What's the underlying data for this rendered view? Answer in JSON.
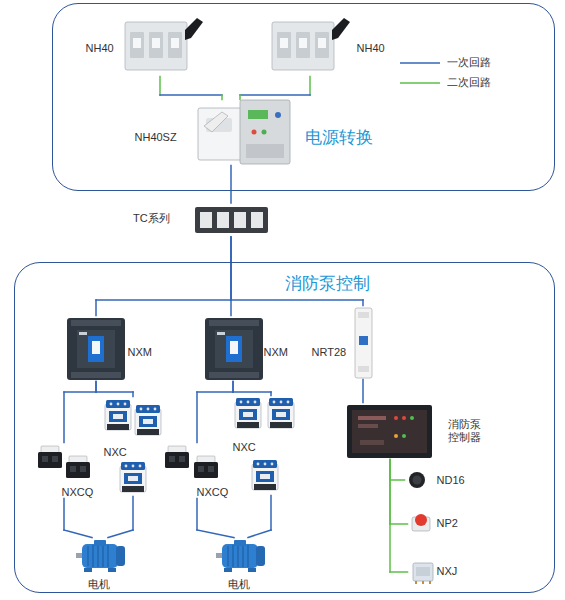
{
  "diagram": {
    "nodes": [
      {
        "text": [
          "电源转换"
        ]
      },
      {
        "text": [
          "NH40"
        ],
        "in": 0
      },
      {
        "text": [
          "NH40"
        ],
        "in": 0
      },
      {
        "text": [
          "NH40SZ"
        ],
        "in": 0
      },
      {
        "text": [
          "TC系列"
        ]
      },
      {
        "text": [
          "消防泵控制"
        ]
      },
      {
        "text": [
          "NXM"
        ],
        "in": 5
      },
      {
        "text": [
          "NXM"
        ],
        "in": 5
      },
      {
        "text": [
          "NRT28"
        ],
        "in": 5
      },
      {
        "text": [
          "NXC"
        ],
        "in": 5
      },
      {
        "text": [
          "NXCQ"
        ],
        "in": 5
      },
      {
        "text": [
          "NXC"
        ],
        "in": 5
      },
      {
        "text": [
          "NXCQ"
        ],
        "in": 5
      },
      {
        "text": [
          "消防泵 控制器"
        ],
        "in": 5
      },
      {
        "text": [
          "电机"
        ],
        "in": 5
      },
      {
        "text": [
          "电机"
        ],
        "in": 5
      },
      {
        "text": [
          "ND16"
        ],
        "in": 5
      },
      {
        "text": [
          "NP2"
        ],
        "in": 5
      },
      {
        "text": [
          "NXJ"
        ],
        "in": 5
      }
    ],
    "edges": [
      {
        "from": 1,
        "to": 3,
        "arrow": "none"
      },
      {
        "from": 2,
        "to": 3,
        "arrow": "none"
      },
      {
        "from": 3,
        "to": 4,
        "arrow": "none"
      },
      {
        "from": 4,
        "to": 6,
        "arrow": "none"
      },
      {
        "from": 4,
        "to": 7,
        "arrow": "none"
      },
      {
        "from": 4,
        "to": 8,
        "arrow": "none"
      },
      {
        "from": 6,
        "to": 9,
        "arrow": "none"
      },
      {
        "from": 6,
        "to": 10,
        "arrow": "none"
      },
      {
        "from": 9,
        "to": 14,
        "arrow": "none"
      },
      {
        "from": 10,
        "to": 14,
        "arrow": "none"
      },
      {
        "from": 7,
        "to": 11,
        "arrow": "none"
      },
      {
        "from": 7,
        "to": 12,
        "arrow": "none"
      },
      {
        "from": 11,
        "to": 15,
        "arrow": "none"
      },
      {
        "from": 12,
        "to": 15,
        "arrow": "none"
      },
      {
        "from": 8,
        "to": 13,
        "arrow": "none"
      },
      {
        "from": 13,
        "to": 16,
        "arrow": "none"
      },
      {
        "from": 13,
        "to": 17,
        "arrow": "none"
      },
      {
        "from": 13,
        "to": 18,
        "arrow": "none"
      }
    ],
    "legend": [
      {
        "text": "一次回路"
      },
      {
        "text": "二次回路"
      }
    ]
  }
}
